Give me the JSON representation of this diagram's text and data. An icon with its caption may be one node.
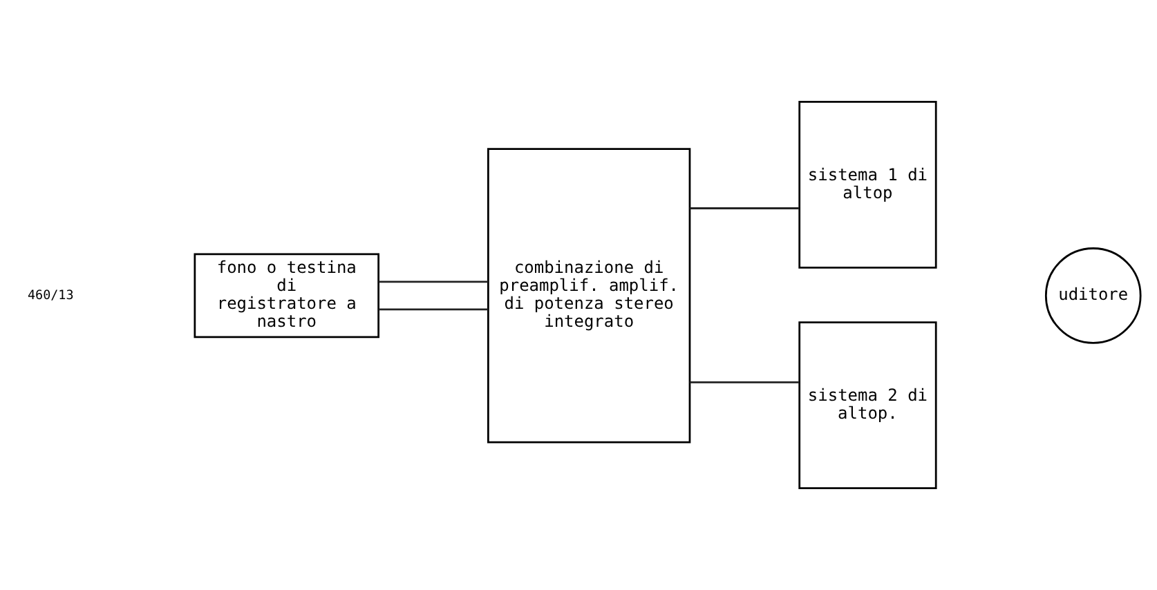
{
  "diagram": {
    "nodes": [
      {
        "text": [
          "fono o testina di registratore a nastro"
        ]
      },
      {
        "text": [
          "combinazione di preamplif. amplif. di potenza stereo integrato"
        ]
      },
      {
        "text": [
          "sistema 1 di altop"
        ]
      },
      {
        "text": [
          "sistema 2 di altop."
        ]
      },
      {
        "text": [
          "uditore"
        ]
      }
    ],
    "edges": [
      {
        "from": 0,
        "to": 1,
        "arrow": "none"
      },
      {
        "from": 0,
        "to": 1,
        "arrow": "none"
      },
      {
        "from": 1,
        "to": 2,
        "arrow": "none"
      },
      {
        "from": 1,
        "to": 3,
        "arrow": "none"
      }
    ],
    "labels": [
      "460/13"
    ]
  }
}
